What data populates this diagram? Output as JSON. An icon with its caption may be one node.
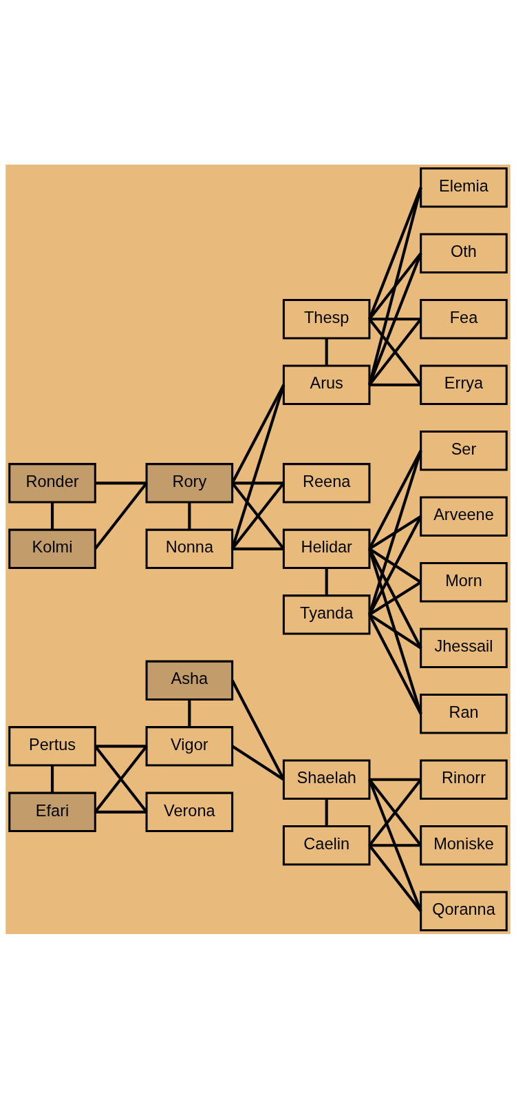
{
  "diagram": {
    "nodes": [
      {
        "text": [
          "Ronder"
        ]
      },
      {
        "text": [
          "Kolmi"
        ]
      },
      {
        "text": [
          "Rory"
        ]
      },
      {
        "text": [
          "Nonna"
        ]
      },
      {
        "text": [
          "Thesp"
        ]
      },
      {
        "text": [
          "Arus"
        ]
      },
      {
        "text": [
          "Reena"
        ]
      },
      {
        "text": [
          "Helidar"
        ]
      },
      {
        "text": [
          "Tyanda"
        ]
      },
      {
        "text": [
          "Elemia"
        ]
      },
      {
        "text": [
          "Oth"
        ]
      },
      {
        "text": [
          "Fea"
        ]
      },
      {
        "text": [
          "Errya"
        ]
      },
      {
        "text": [
          "Ser"
        ]
      },
      {
        "text": [
          "Arveene"
        ]
      },
      {
        "text": [
          "Morn"
        ]
      },
      {
        "text": [
          "Jhessail"
        ]
      },
      {
        "text": [
          "Ran"
        ]
      },
      {
        "text": [
          "Pertus"
        ]
      },
      {
        "text": [
          "Efari"
        ]
      },
      {
        "text": [
          "Asha"
        ]
      },
      {
        "text": [
          "Vigor"
        ]
      },
      {
        "text": [
          "Verona"
        ]
      },
      {
        "text": [
          "Shaelah"
        ]
      },
      {
        "text": [
          "Caelin"
        ]
      },
      {
        "text": [
          "Rinorr"
        ]
      },
      {
        "text": [
          "Moniske"
        ]
      },
      {
        "text": [
          "Qoranna"
        ]
      }
    ],
    "edges": [
      {
        "from": 0,
        "to": 1,
        "arrow": "none"
      },
      {
        "from": 0,
        "to": 2,
        "arrow": "none"
      },
      {
        "from": 1,
        "to": 2,
        "arrow": "none"
      },
      {
        "from": 2,
        "to": 3,
        "arrow": "none"
      },
      {
        "from": 2,
        "to": 5,
        "arrow": "none"
      },
      {
        "from": 2,
        "to": 6,
        "arrow": "none"
      },
      {
        "from": 2,
        "to": 7,
        "arrow": "none"
      },
      {
        "from": 3,
        "to": 5,
        "arrow": "none"
      },
      {
        "from": 3,
        "to": 6,
        "arrow": "none"
      },
      {
        "from": 3,
        "to": 7,
        "arrow": "none"
      },
      {
        "from": 4,
        "to": 5,
        "arrow": "none"
      },
      {
        "from": 4,
        "to": 9,
        "arrow": "none"
      },
      {
        "from": 4,
        "to": 10,
        "arrow": "none"
      },
      {
        "from": 4,
        "to": 11,
        "arrow": "none"
      },
      {
        "from": 4,
        "to": 12,
        "arrow": "none"
      },
      {
        "from": 5,
        "to": 9,
        "arrow": "none"
      },
      {
        "from": 5,
        "to": 10,
        "arrow": "none"
      },
      {
        "from": 5,
        "to": 11,
        "arrow": "none"
      },
      {
        "from": 5,
        "to": 12,
        "arrow": "none"
      },
      {
        "from": 7,
        "to": 8,
        "arrow": "none"
      },
      {
        "from": 7,
        "to": 13,
        "arrow": "none"
      },
      {
        "from": 7,
        "to": 14,
        "arrow": "none"
      },
      {
        "from": 7,
        "to": 15,
        "arrow": "none"
      },
      {
        "from": 7,
        "to": 16,
        "arrow": "none"
      },
      {
        "from": 7,
        "to": 17,
        "arrow": "none"
      },
      {
        "from": 8,
        "to": 13,
        "arrow": "none"
      },
      {
        "from": 8,
        "to": 14,
        "arrow": "none"
      },
      {
        "from": 8,
        "to": 15,
        "arrow": "none"
      },
      {
        "from": 8,
        "to": 16,
        "arrow": "none"
      },
      {
        "from": 8,
        "to": 17,
        "arrow": "none"
      },
      {
        "from": 18,
        "to": 19,
        "arrow": "none"
      },
      {
        "from": 18,
        "to": 21,
        "arrow": "none"
      },
      {
        "from": 18,
        "to": 22,
        "arrow": "none"
      },
      {
        "from": 19,
        "to": 21,
        "arrow": "none"
      },
      {
        "from": 19,
        "to": 22,
        "arrow": "none"
      },
      {
        "from": 20,
        "to": 21,
        "arrow": "none"
      },
      {
        "from": 20,
        "to": 23,
        "arrow": "none"
      },
      {
        "from": 21,
        "to": 23,
        "arrow": "none"
      },
      {
        "from": 23,
        "to": 24,
        "arrow": "none"
      },
      {
        "from": 23,
        "to": 25,
        "arrow": "none"
      },
      {
        "from": 23,
        "to": 26,
        "arrow": "none"
      },
      {
        "from": 23,
        "to": 27,
        "arrow": "none"
      },
      {
        "from": 24,
        "to": 25,
        "arrow": "none"
      },
      {
        "from": 24,
        "to": 26,
        "arrow": "none"
      },
      {
        "from": 24,
        "to": 27,
        "arrow": "none"
      }
    ]
  }
}
